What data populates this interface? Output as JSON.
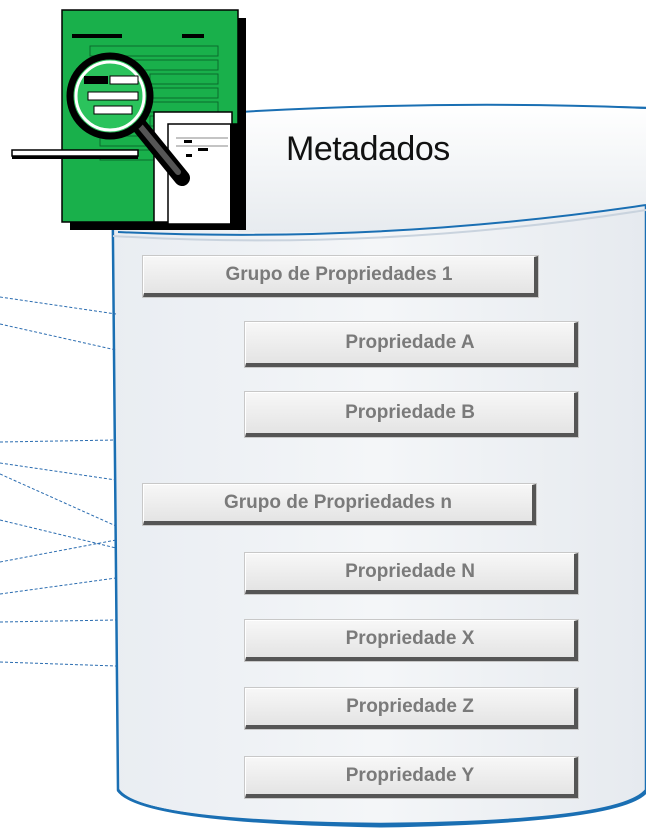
{
  "title": "Metadados",
  "groups": [
    {
      "label": "Grupo de Propriedades 1",
      "properties": [
        "Propriedade A",
        "Propriedade B"
      ]
    },
    {
      "label": "Grupo de Propriedades n",
      "properties": [
        "Propriedade N",
        "Propriedade X",
        "Propriedade Z",
        "Propriedade Y"
      ]
    }
  ],
  "colors": {
    "cylinder_border": "#1a6fb3",
    "cylinder_fill": "#eef1f5",
    "document_green": "#19b04b",
    "connector_line": "#2a6cb0",
    "box_text": "#7a7a7a"
  },
  "icons": [
    "document-magnifier-icon"
  ]
}
